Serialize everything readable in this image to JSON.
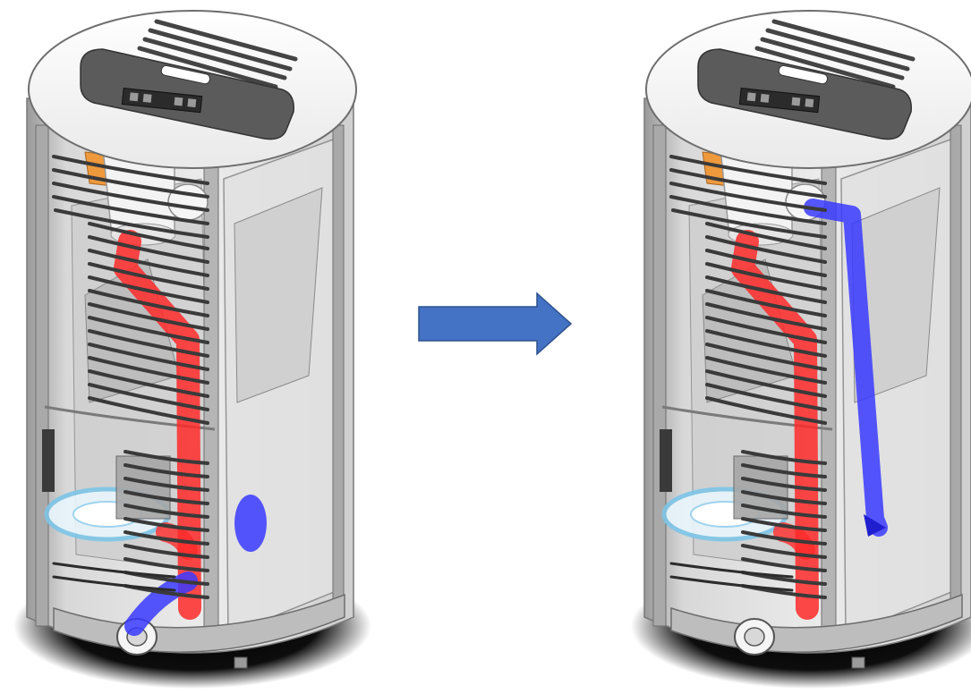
{
  "diagram": {
    "panels": [
      {
        "id": "before",
        "flows": [
          {
            "kind": "flue-gas",
            "color": "#ff2a2a"
          },
          {
            "kind": "combustion-air",
            "color": "#3a3aff"
          }
        ]
      },
      {
        "id": "after",
        "flows": [
          {
            "kind": "flue-gas",
            "color": "#ff2a2a"
          },
          {
            "kind": "combustion-air",
            "color": "#3a3aff"
          }
        ]
      }
    ],
    "arrow": {
      "direction": "right",
      "fill": "#4472c4",
      "stroke": "#2f528f"
    },
    "colors": {
      "steel": "#bdbdbd",
      "steel_dark": "#8a8a8a",
      "glass_panel": "#e6e6e6",
      "lid": "#f6f6f6",
      "window": "#5b5b5b",
      "duct_orange": "#f0922b",
      "burner_blue": "#9fd3ef",
      "shadow": "#0e0e0e"
    }
  }
}
